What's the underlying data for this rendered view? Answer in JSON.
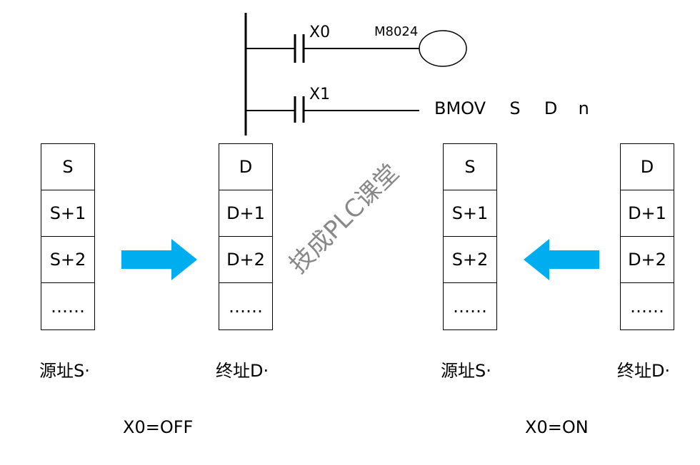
{
  "ladder": {
    "rung1": {
      "contact": "X0",
      "coil": "M8024"
    },
    "rung2": {
      "contact": "X1",
      "instruction": [
        "BMOV",
        "S",
        "D",
        "n"
      ]
    }
  },
  "panels": [
    {
      "source": {
        "cells": [
          "S",
          "S+1",
          "S+2",
          "……"
        ],
        "caption": "源址S·"
      },
      "dest": {
        "cells": [
          "D",
          "D+1",
          "D+2",
          "……"
        ],
        "caption": "终址D·"
      },
      "direction": "right",
      "state": "X0=OFF"
    },
    {
      "source": {
        "cells": [
          "S",
          "S+1",
          "S+2",
          "……"
        ],
        "caption": "源址S·"
      },
      "dest": {
        "cells": [
          "D",
          "D+1",
          "D+2",
          "……"
        ],
        "caption": "终址D·"
      },
      "direction": "left",
      "state": "X0=ON"
    }
  ],
  "colors": {
    "arrow": "#00AEEF",
    "line": "#000000",
    "watermark": "#888888"
  },
  "watermark": "技成PLC课堂"
}
